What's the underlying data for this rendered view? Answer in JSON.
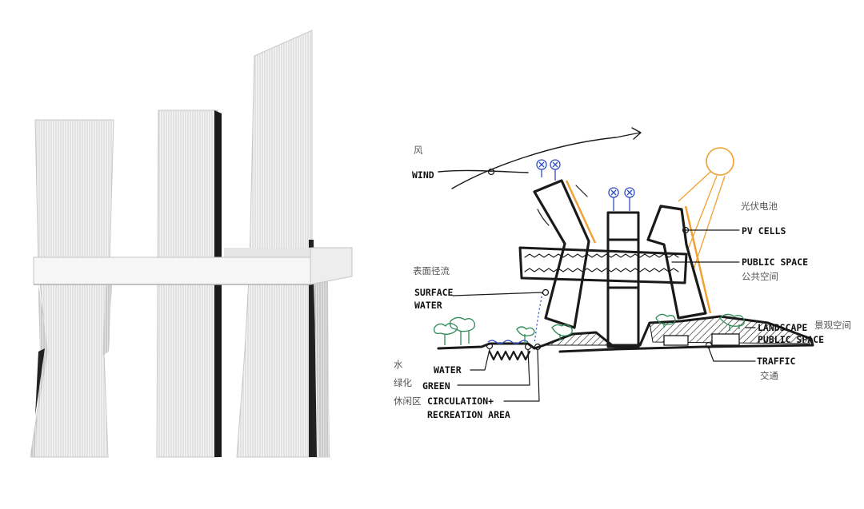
{
  "colors": {
    "ink": "#1a1a1a",
    "solar": "#f0a030",
    "turbine": "#2f4fc0",
    "greenery": "#2e8b57",
    "water": "#2f4fc0",
    "label_cn": "#555555",
    "tower_fill": "#f2f2f2"
  },
  "icons": [
    "sun-icon",
    "wind-turbine-icon",
    "tree-icon",
    "water-wave-icon"
  ],
  "labels": {
    "wind_cn": "风",
    "wind_en": "WIND",
    "pv_cn": "光伏电池",
    "pv_en": "PV CELLS",
    "surface_cn": "表面径流",
    "surface_en_1": "SURFACE",
    "surface_en_2": "WATER",
    "public_en": "PUBLIC SPACE",
    "public_cn": "公共空间",
    "landscape_en_1": "LANDSCAPE",
    "landscape_en_2": "PUBLIC SPACE",
    "landscape_cn": "景观空间",
    "water_cn": "水",
    "water_en": "WATER",
    "green_cn": "绿化",
    "green_en": "GREEN",
    "leisure_cn": "休闲区",
    "circulation_en_1": "CIRCULATION+",
    "circulation_en_2": "RECREATION AREA",
    "traffic_en": "TRAFFIC",
    "traffic_cn": "交通"
  }
}
